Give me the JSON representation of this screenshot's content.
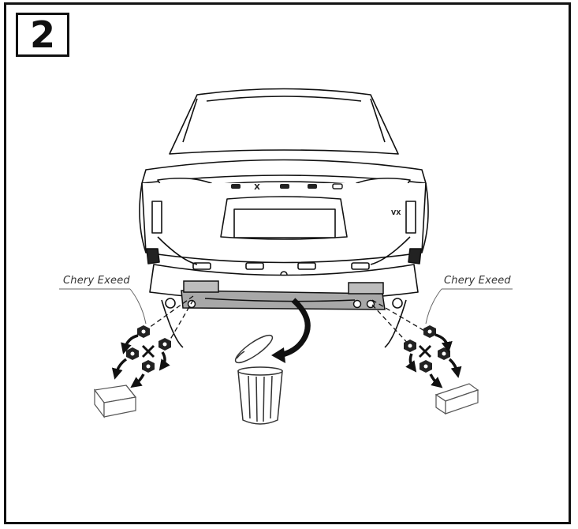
{
  "step": {
    "number": "2"
  },
  "labels": {
    "left_vehicle": "Chery Exeed",
    "right_vehicle": "Chery Exeed"
  },
  "vehicle": {
    "badge": "EXEED",
    "model_badge": "VX"
  },
  "icons": {
    "frame": "frame-border",
    "bumper_beam": "bumper-beam-icon",
    "trash": "trash-can-icon",
    "discard_arrow": "curved-arrow-icon",
    "nuts": "nut-icon",
    "remove_arrows": "remove-arrow-icon",
    "box": "parts-box-icon",
    "cross": "cross-mark-icon"
  },
  "colors": {
    "line": "#111111",
    "beam_fill": "#a8a8a8",
    "paper": "#ffffff"
  }
}
